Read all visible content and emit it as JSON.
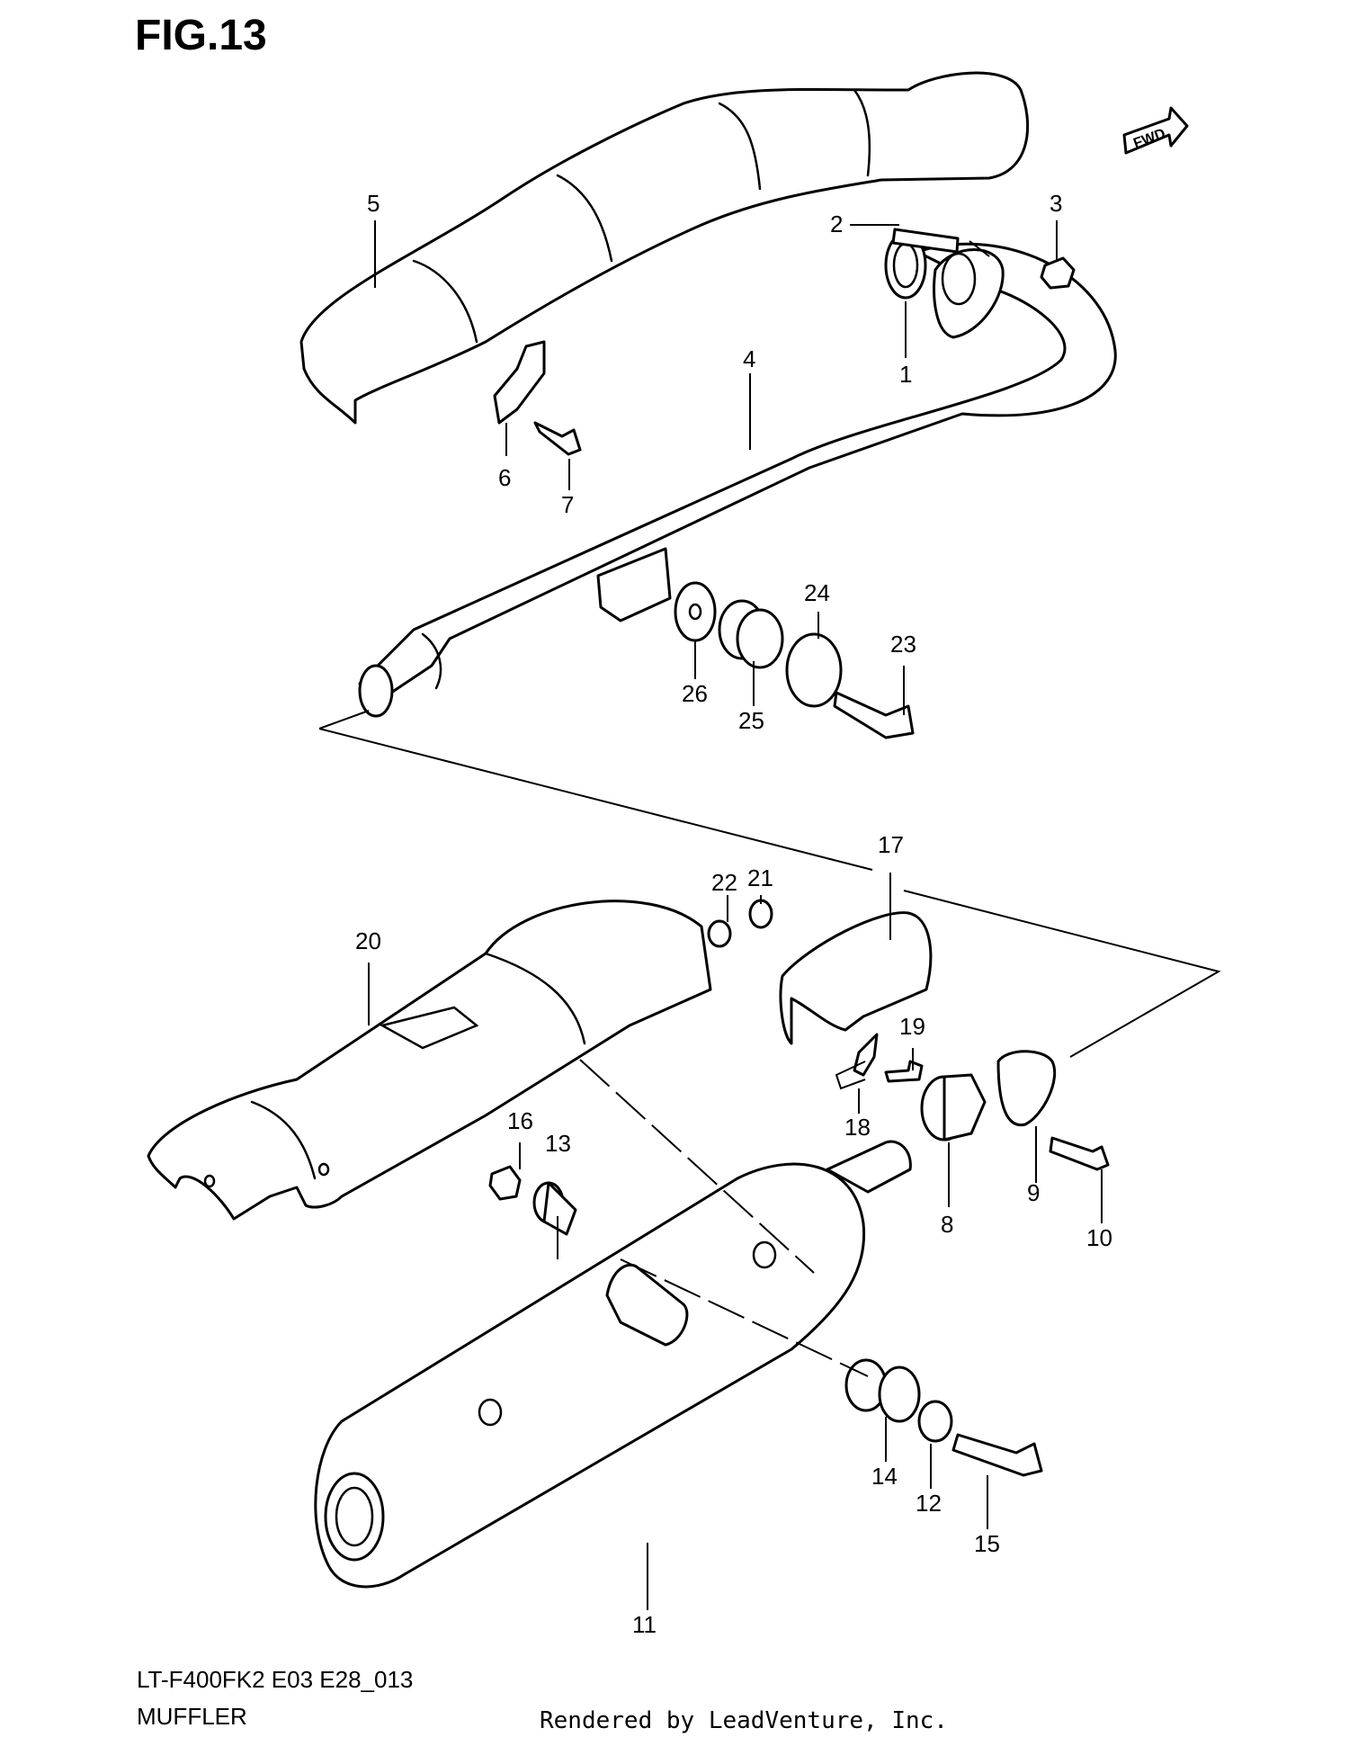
{
  "figure": {
    "title": "FIG.13"
  },
  "footer": {
    "model": "LT-F400FK2 E03 E28_013",
    "name": "MUFFLER",
    "rendered_by": "Rendered by LeadVenture, Inc."
  },
  "fwd_badge": "FWD",
  "callouts": [
    "1",
    "2",
    "3",
    "4",
    "5",
    "6",
    "7",
    "8",
    "9",
    "10",
    "11",
    "12",
    "13",
    "14",
    "15",
    "16",
    "17",
    "18",
    "19",
    "20",
    "21",
    "22",
    "23",
    "24",
    "25",
    "26"
  ]
}
